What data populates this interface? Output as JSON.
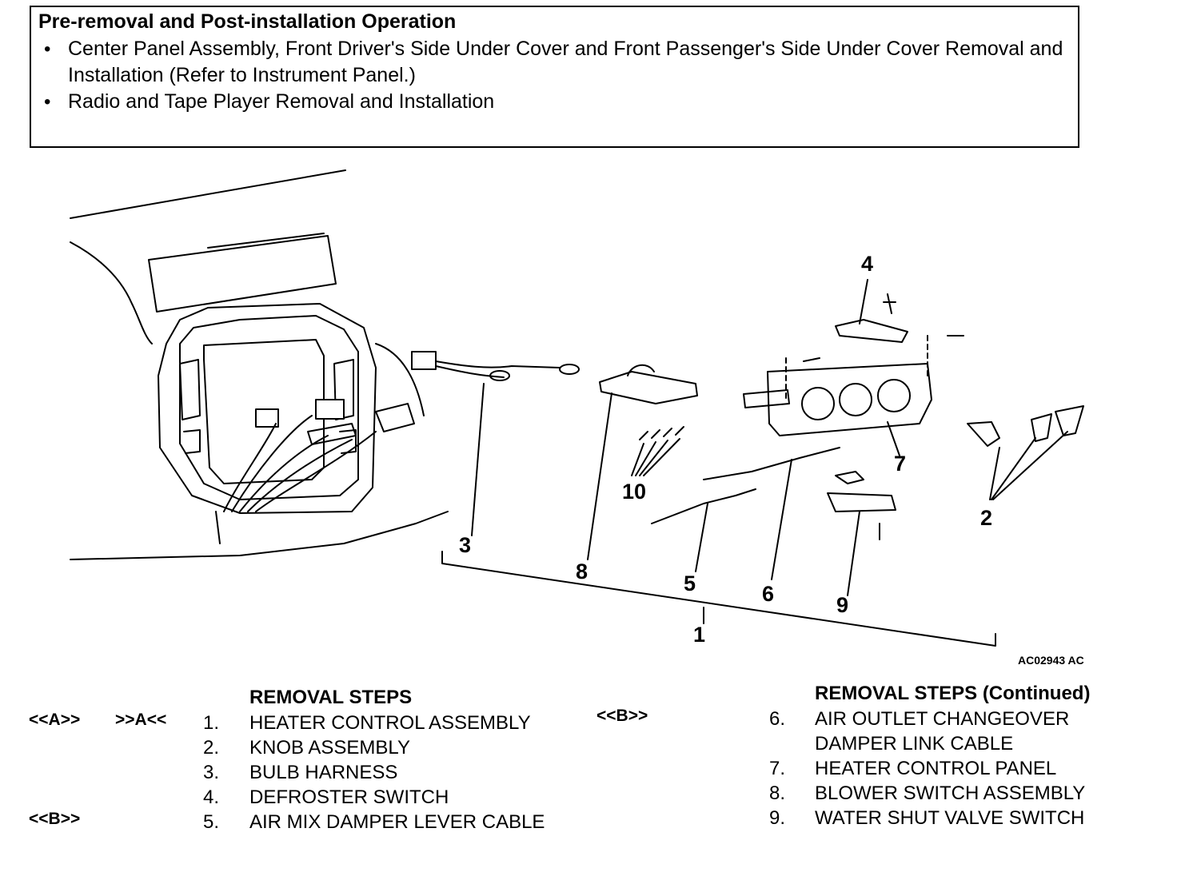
{
  "pre_box": {
    "title": "Pre-removal and Post-installation Operation",
    "items": [
      {
        "bullet": "•",
        "text": "Center Panel Assembly, Front Driver's Side Under Cover and Front Passenger's Side Under Cover Removal and Installation (Refer to  Instrument Panel.)"
      },
      {
        "bullet": "•",
        "text": "Radio and Tape Player Removal and Installation"
      }
    ]
  },
  "callouts": [
    "1",
    "2",
    "3",
    "4",
    "5",
    "6",
    "7",
    "8",
    "9",
    "10"
  ],
  "figure_code": "AC02943 AC",
  "left_steps": {
    "heading": "REMOVAL STEPS",
    "rows": [
      {
        "ref1": "<<A>>",
        "ref2": ">>A<<",
        "num": "1.",
        "label": "HEATER CONTROL ASSEMBLY"
      },
      {
        "ref1": "",
        "ref2": "",
        "num": "2.",
        "label": "KNOB ASSEMBLY"
      },
      {
        "ref1": "",
        "ref2": "",
        "num": "3.",
        "label": "BULB HARNESS"
      },
      {
        "ref1": "",
        "ref2": "",
        "num": "4.",
        "label": "DEFROSTER SWITCH"
      },
      {
        "ref1": "<<B>>",
        "ref2": "",
        "num": "5.",
        "label": "AIR MIX DAMPER LEVER CABLE"
      }
    ]
  },
  "right_steps": {
    "heading": "REMOVAL STEPS (Continued)",
    "rows": [
      {
        "ref1": "<<B>>",
        "num": "6.",
        "label": "AIR OUTLET CHANGEOVER"
      },
      {
        "ref1": "",
        "num": "",
        "label": "DAMPER LINK CABLE"
      },
      {
        "ref1": "",
        "num": "7.",
        "label": "HEATER CONTROL PANEL"
      },
      {
        "ref1": "",
        "num": "8.",
        "label": "BLOWER SWITCH ASSEMBLY"
      },
      {
        "ref1": "",
        "num": "9.",
        "label": "WATER SHUT VALVE SWITCH"
      }
    ]
  }
}
